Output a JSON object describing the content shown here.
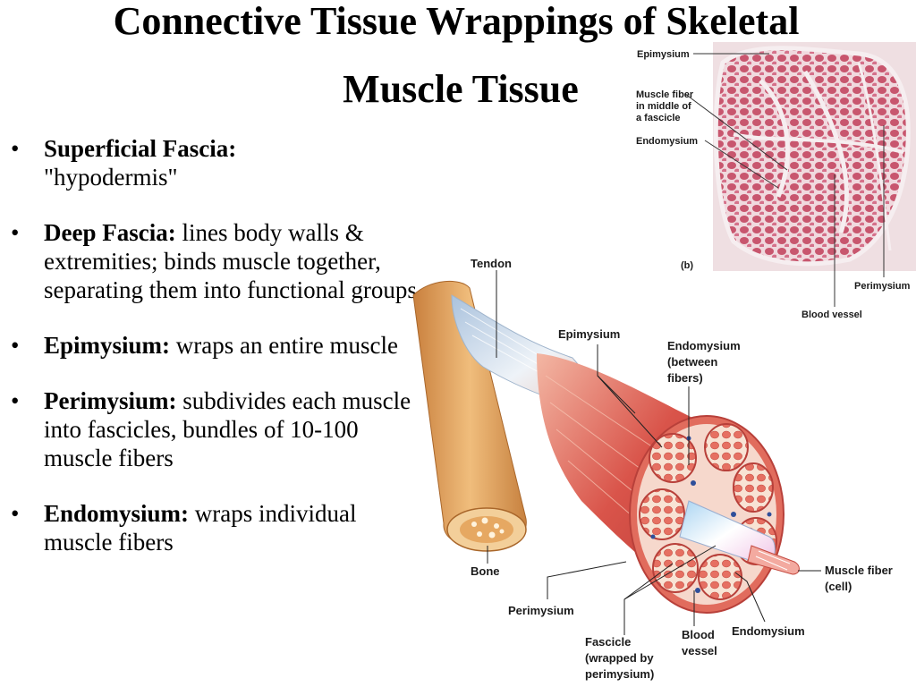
{
  "slide": {
    "title_line1": "Connective Tissue Wrappings of Skeletal",
    "title_line2": "Muscle Tissue",
    "bullets": [
      {
        "term": "Superficial Fascia:",
        "text": "\"hypodermis\""
      },
      {
        "term": "Deep Fascia:",
        "text": "lines body walls & extremities; binds muscle together, separating them into functional groups"
      },
      {
        "term": "Epimysium:",
        "text": "wraps an entire muscle"
      },
      {
        "term": "Perimysium:",
        "text": "subdivides each muscle into fascicles, bundles of 10-100 muscle fibers"
      },
      {
        "term": "Endomysium:",
        "text": "wraps individual muscle fibers"
      }
    ],
    "bullet_glyph": "•"
  },
  "micrograph": {
    "labels": {
      "epimysium": "Epimysium",
      "fiber_l1": "Muscle fiber",
      "fiber_l2": "in middle of",
      "fiber_l3": "a fascicle",
      "endomysium": "Endomysium",
      "panel": "(b)",
      "perimysium": "Perimysium",
      "vessel": "Blood vessel"
    }
  },
  "diagram": {
    "labels": {
      "tendon": "Tendon",
      "bone": "Bone",
      "epimysium": "Epimysium",
      "endo_l1": "Endomysium",
      "endo_l2": "(between",
      "endo_l3": "fibers)",
      "fiber_l1": "Muscle fiber",
      "fiber_l2": "(cell)",
      "perimysium": "Perimysium",
      "fascicle_l1": "Fascicle",
      "fascicle_l2": "(wrapped by",
      "fascicle_l3": "perimysium)",
      "vessel_l1": "Blood",
      "vessel_l2": "vessel",
      "endomysium": "Endomysium"
    },
    "colors": {
      "muscle": "#d9544a",
      "muscle_light": "#ee9a8a",
      "bone": "#e2a25a",
      "tendon": "#c9d8ea",
      "fiber": "#f2a9a0",
      "cell_bg": "#f7ddd0"
    }
  }
}
